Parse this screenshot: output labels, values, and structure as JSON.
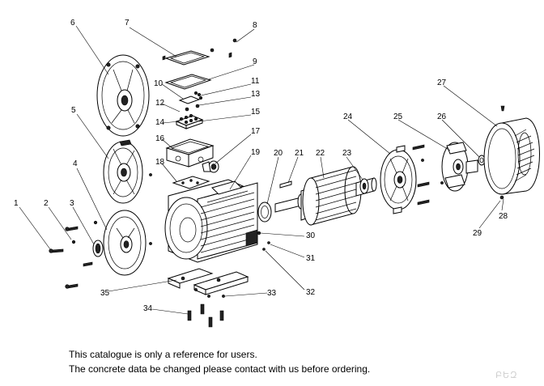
{
  "diagram": {
    "type": "exploded-view",
    "callouts": [
      "1",
      "2",
      "3",
      "4",
      "5",
      "6",
      "7",
      "8",
      "9",
      "10",
      "11",
      "12",
      "13",
      "14",
      "15",
      "16",
      "17",
      "18",
      "19",
      "20",
      "21",
      "22",
      "23",
      "24",
      "25",
      "26",
      "27",
      "28",
      "29",
      "30",
      "31",
      "32",
      "33",
      "34",
      "35"
    ]
  },
  "notes": {
    "line1": "This catalogue is only a reference for users.",
    "line2": "The concrete data be changed please contact with us before ordering."
  },
  "watermark": "ԲԵԶ"
}
